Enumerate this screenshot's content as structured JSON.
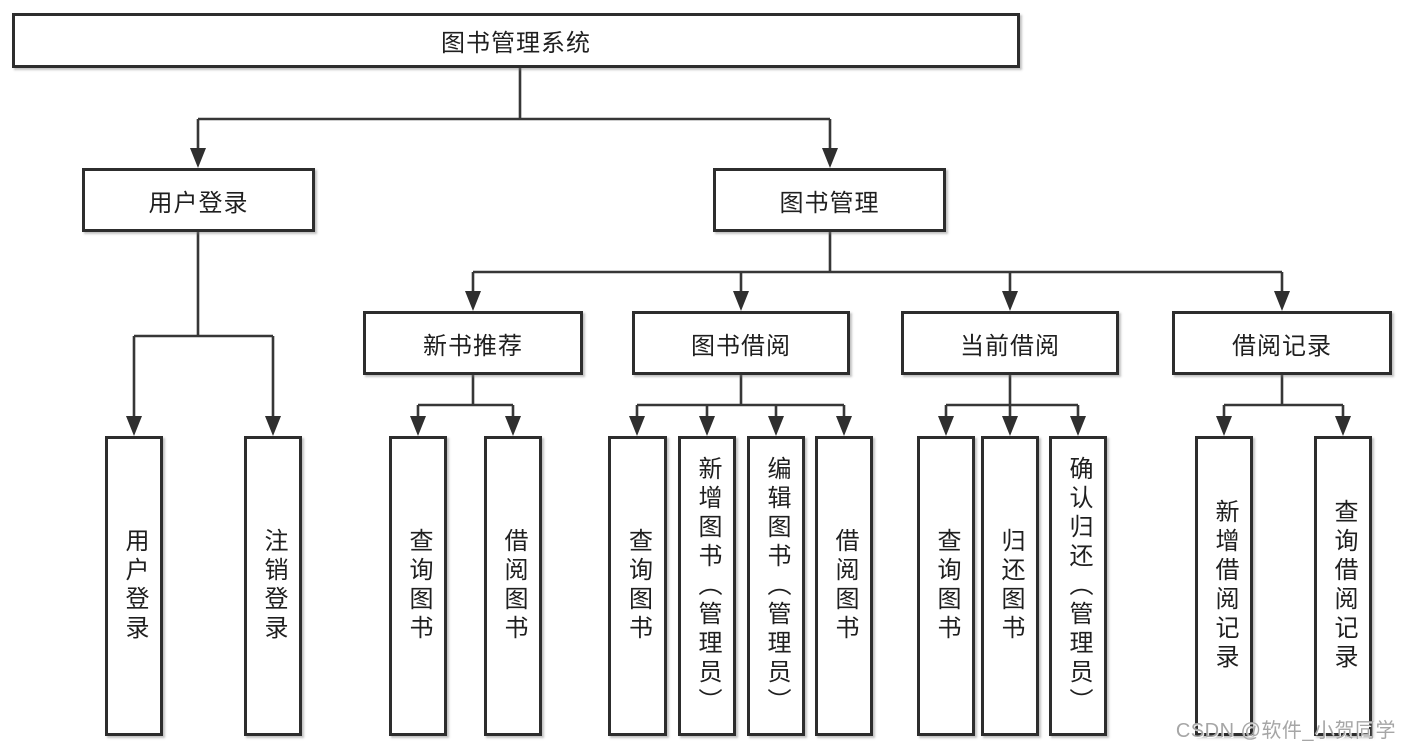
{
  "diagram_type": "hierarchy-tree",
  "colors": {
    "background": "#ffffff",
    "box_border": "#2d2d2d",
    "line": "#373737",
    "text": "#1f1f1f",
    "watermark": "#a6a6a6"
  },
  "tree": {
    "root": {
      "label": "图书管理系统",
      "children": [
        {
          "label": "用户登录",
          "children": [
            {
              "label": "用户登录"
            },
            {
              "label": "注销登录"
            }
          ]
        },
        {
          "label": "图书管理",
          "children": [
            {
              "label": "新书推荐",
              "children": [
                {
                  "label": "查询图书"
                },
                {
                  "label": "借阅图书"
                }
              ]
            },
            {
              "label": "图书借阅",
              "children": [
                {
                  "label": "查询图书"
                },
                {
                  "label": "新增图书（管理员）"
                },
                {
                  "label": "编辑图书（管理员）"
                },
                {
                  "label": "借阅图书"
                }
              ]
            },
            {
              "label": "当前借阅",
              "children": [
                {
                  "label": "查询图书"
                },
                {
                  "label": "归还图书"
                },
                {
                  "label": "确认归还（管理员）"
                }
              ]
            },
            {
              "label": "借阅记录",
              "children": [
                {
                  "label": "新增借阅记录"
                },
                {
                  "label": "查询借阅记录"
                }
              ]
            }
          ]
        }
      ]
    }
  },
  "watermark": {
    "text": "CSDN @软件_小贺同学"
  }
}
